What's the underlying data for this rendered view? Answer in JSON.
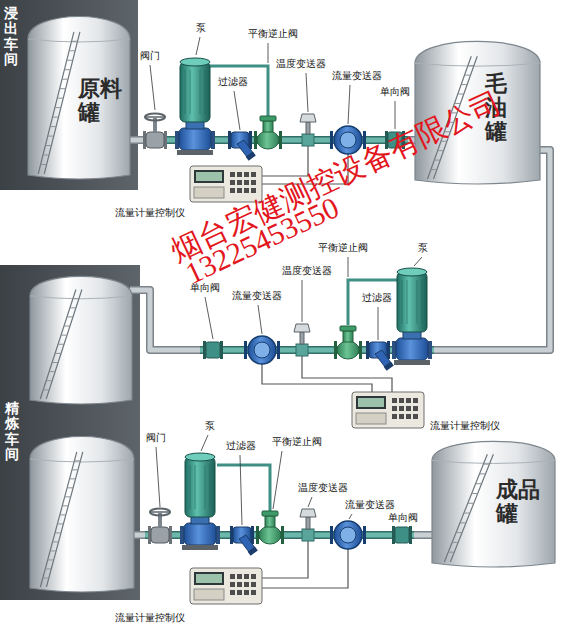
{
  "diagram": {
    "nodes": [
      {
        "text": [
          "浸出车间"
        ]
      },
      {
        "text": [
          "原料罐"
        ],
        "in": 0
      },
      {
        "text": [
          "流量计量控制仪"
        ]
      },
      {
        "text": [
          "毛油罐"
        ]
      },
      {
        "text": [
          "精炼车间"
        ]
      },
      {
        "text": [
          "流量计量控制仪"
        ]
      },
      {
        "text": [
          "成品罐"
        ]
      },
      {
        "text": [
          "流量计量控制仪"
        ]
      }
    ],
    "edges": [
      {
        "from": 1,
        "to": 3,
        "arrow": "none"
      },
      {
        "from": 3,
        "to": 4,
        "arrow": "none"
      },
      {
        "from": 4,
        "to": 6,
        "arrow": "none"
      }
    ],
    "labels": [
      "阀门",
      "泵",
      "过滤器",
      "平衡逆止阀",
      "温度变送器",
      "流量变送器",
      "单向阀",
      "烟台宏健测控设备有限公司",
      "13225453550",
      "单向阀",
      "流量变送器",
      "温度变送器",
      "平衡逆止阀",
      "过滤器",
      "泵",
      "泵",
      "阀门",
      "过滤器",
      "平衡逆止阀",
      "温度变送器",
      "流量变送器",
      "单向阀"
    ]
  }
}
